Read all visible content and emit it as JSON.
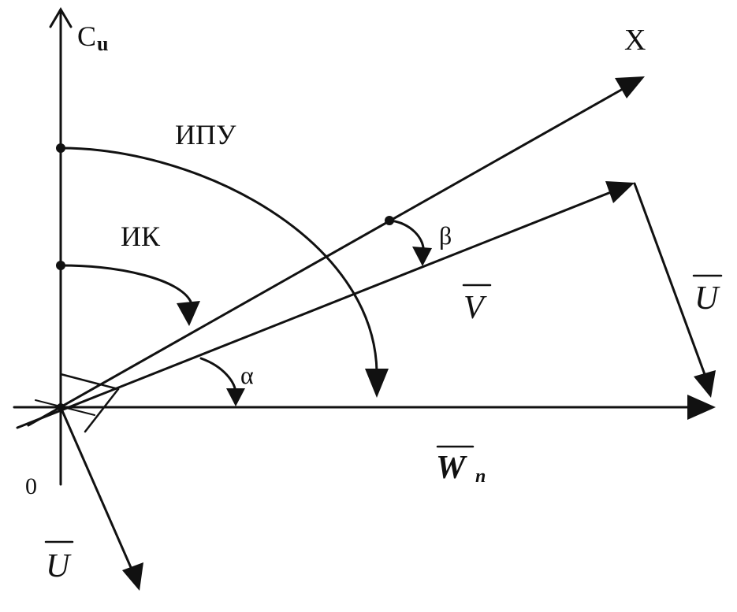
{
  "labels": {
    "vertical_axis": "C",
    "vertical_axis_sub": "u",
    "x_axis": "X",
    "ipu": "ИПУ",
    "ik": "ИК",
    "beta": "β",
    "alpha": "α",
    "v": "V",
    "u_right": "U",
    "u_bottom": "U",
    "w": "W",
    "w_sub": "n",
    "origin": "0"
  },
  "colors": {
    "ink": "#111111",
    "background": "#ffffff"
  }
}
